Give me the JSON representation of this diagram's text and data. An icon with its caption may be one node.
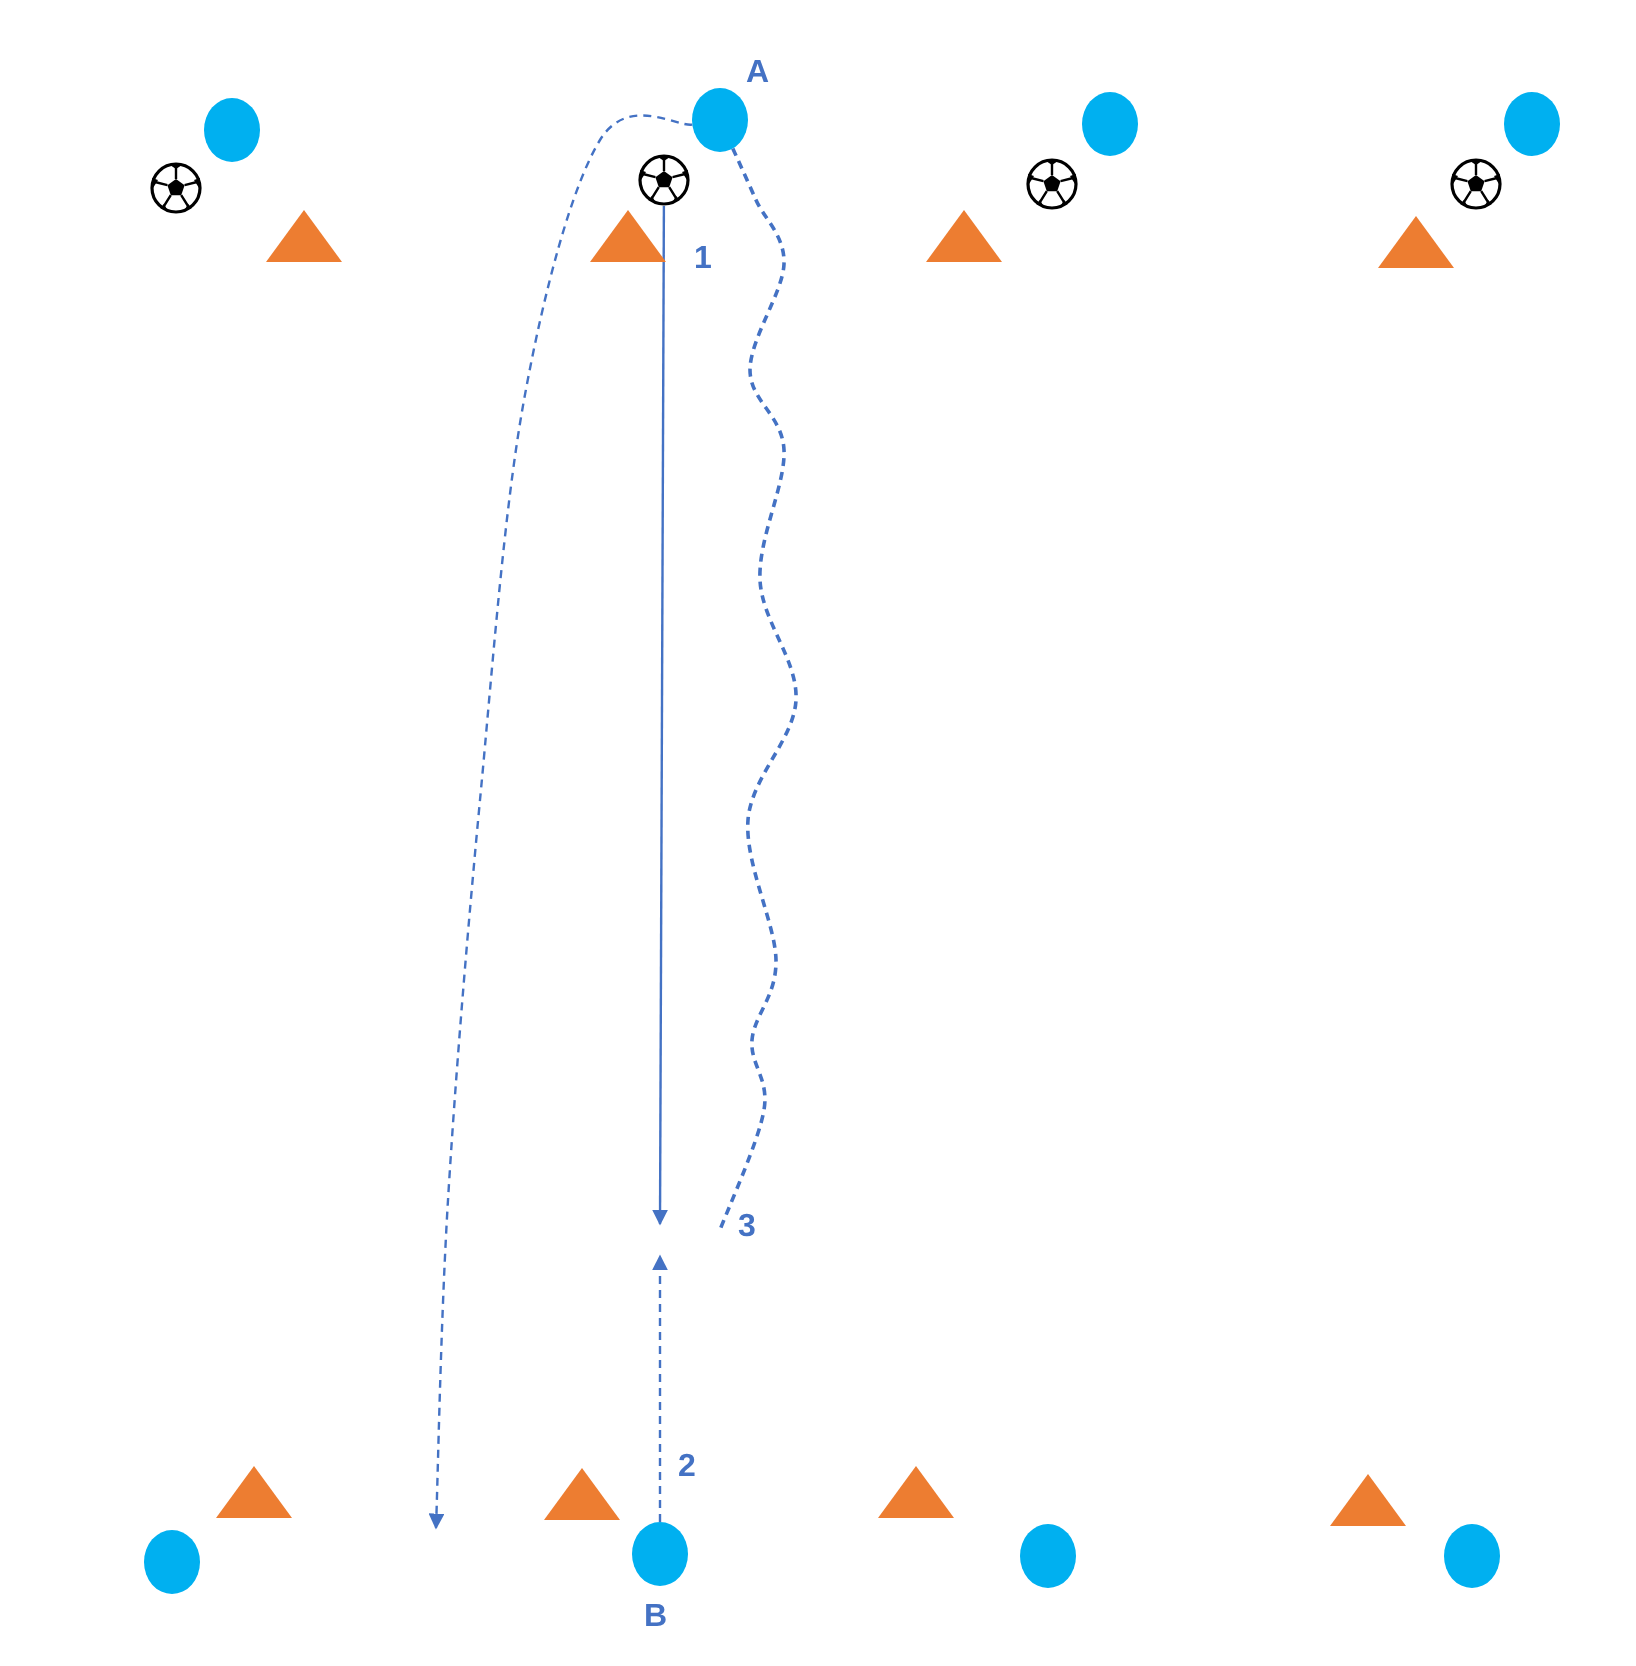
{
  "diagram": {
    "nodes": [
      {
        "text": [],
        "shape": "circle"
      },
      {
        "text": [],
        "shape": "picture"
      },
      {
        "text": [],
        "shape": "triangle"
      },
      {
        "text": [],
        "shape": "circle",
        "beside": [
          "A"
        ]
      },
      {
        "text": [],
        "shape": "picture"
      },
      {
        "text": [],
        "shape": "triangle"
      },
      {
        "text": [],
        "shape": "circle"
      },
      {
        "text": [],
        "shape": "picture"
      },
      {
        "text": [],
        "shape": "triangle"
      },
      {
        "text": [],
        "shape": "circle"
      },
      {
        "text": [],
        "shape": "picture"
      },
      {
        "text": [],
        "shape": "triangle"
      },
      {
        "text": [],
        "shape": "triangle"
      },
      {
        "text": [],
        "shape": "triangle"
      },
      {
        "text": [],
        "shape": "triangle"
      },
      {
        "text": [],
        "shape": "triangle"
      },
      {
        "text": [],
        "shape": "circle"
      },
      {
        "text": [],
        "shape": "circle",
        "beside": [
          "B"
        ]
      },
      {
        "text": [],
        "shape": "circle"
      },
      {
        "text": [],
        "shape": "circle"
      }
    ],
    "edges": [
      {
        "from": 3,
        "to": null,
        "arrow": "to",
        "style": "dashed"
      },
      {
        "from": 4,
        "to": null,
        "arrow": "to",
        "label": "1"
      },
      {
        "from": 17,
        "to": null,
        "arrow": "to",
        "style": "dashed",
        "label": "2"
      },
      {
        "from": 3,
        "to": null,
        "arrow": "none",
        "style": "dashed",
        "label": "3"
      }
    ]
  }
}
